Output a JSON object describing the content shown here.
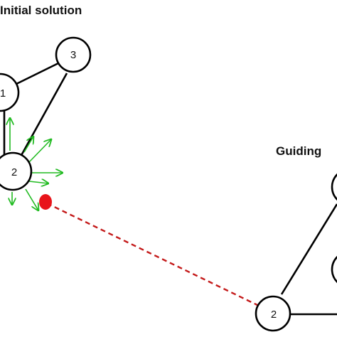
{
  "titles": {
    "initial": "Initial solution",
    "guiding": "Guiding"
  },
  "initial_graph": {
    "nodes": [
      "1",
      "2",
      "3"
    ]
  },
  "guiding_graph": {
    "nodes": [
      "2"
    ]
  },
  "colors": {
    "node_stroke": "#000000",
    "neighbor_arrows": "#22bb22",
    "path_line": "#c41a1a",
    "target_point": "#e8141a"
  }
}
